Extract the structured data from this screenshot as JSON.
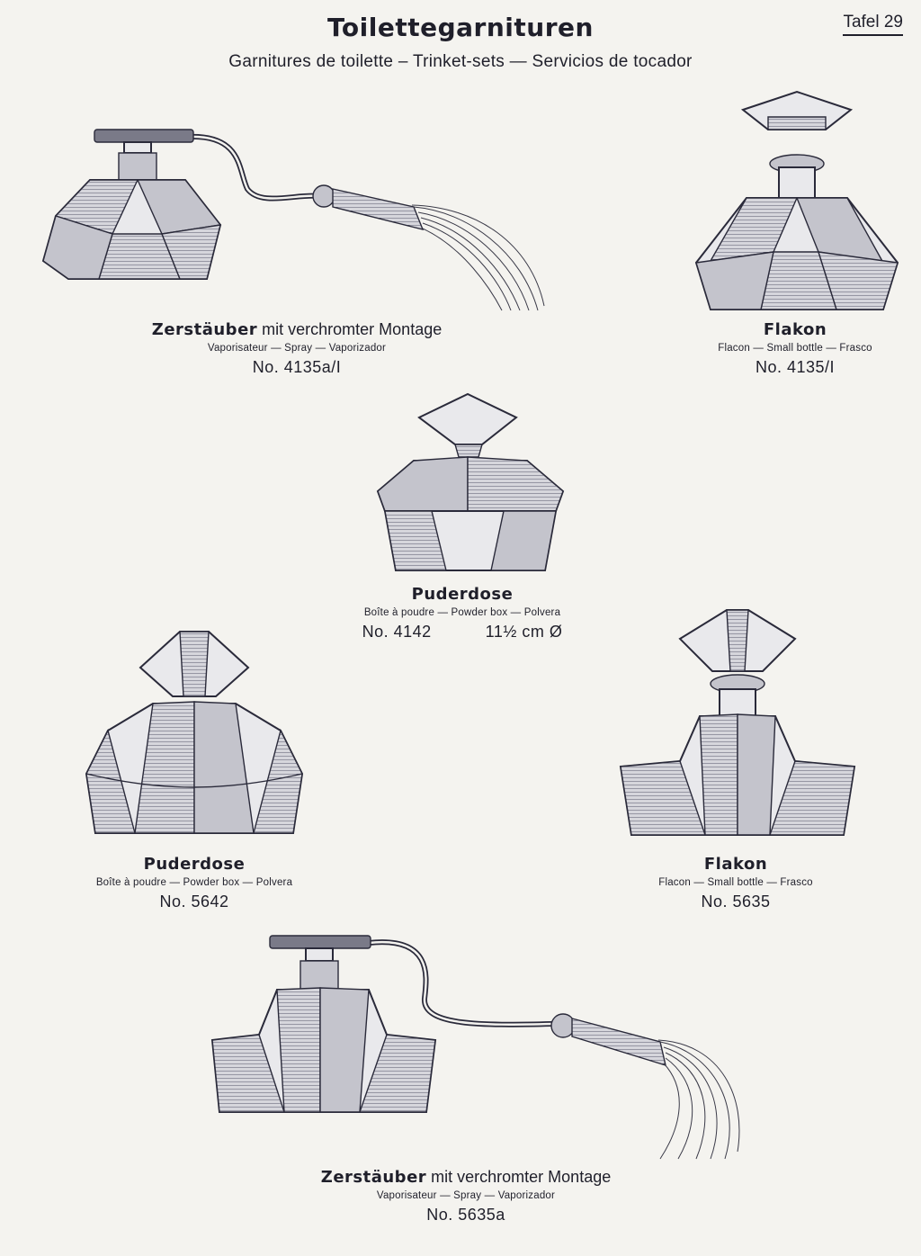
{
  "header": {
    "title": "Toilettegarnituren",
    "subtitle": "Garnitures de toilette – Trinket-sets — Servicios de tocador",
    "plate": "Tafel 29"
  },
  "items": [
    {
      "name_bold": "Zerstäuber",
      "name_rest": " mit verchromter Montage",
      "translations": "Vaporisateur — Spray — Vaporizador",
      "number": "No. 4135a/I",
      "extra": ""
    },
    {
      "name_bold": "Flakon",
      "name_rest": "",
      "translations": "Flacon — Small bottle — Frasco",
      "number": "No. 4135/I",
      "extra": ""
    },
    {
      "name_bold": "Puderdose",
      "name_rest": "",
      "translations": "Boîte à poudre — Powder box — Polvera",
      "number": "No. 4142",
      "extra": "11½ cm Ø"
    },
    {
      "name_bold": "Puderdose",
      "name_rest": "",
      "translations": "Boîte à poudre — Powder box — Polvera",
      "number": "No. 5642",
      "extra": ""
    },
    {
      "name_bold": "Flakon",
      "name_rest": "",
      "translations": "Flacon — Small bottle — Frasco",
      "number": "No. 5635",
      "extra": ""
    },
    {
      "name_bold": "Zerstäuber",
      "name_rest": " mit verchromter Montage",
      "translations": "Vaporisateur — Spray — Vaporizador",
      "number": "No. 5635a",
      "extra": ""
    }
  ]
}
